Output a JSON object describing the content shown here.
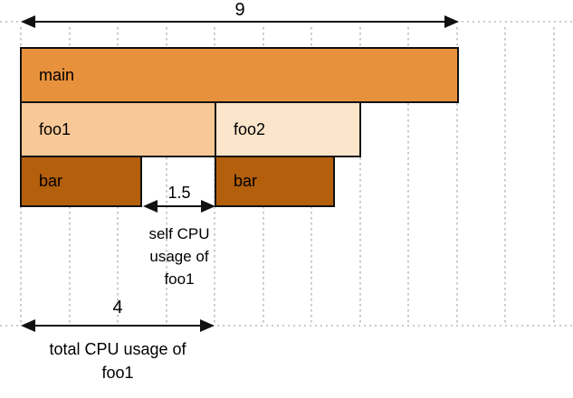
{
  "frames": {
    "main": {
      "label": "main",
      "depth": 0,
      "start": 0,
      "width": 9
    },
    "foo1": {
      "label": "foo1",
      "depth": 1,
      "start": 0,
      "width": 4
    },
    "foo2": {
      "label": "foo2",
      "depth": 1,
      "start": 4,
      "width": 3
    },
    "bar_under_foo1": {
      "label": "bar",
      "depth": 2,
      "start": 0,
      "width": 2.5
    },
    "bar_under_foo2": {
      "label": "bar",
      "depth": 2,
      "start": 4,
      "width": 2.4
    }
  },
  "annotations": {
    "total_width": {
      "value": "9"
    },
    "self_cpu_foo1": {
      "value": "1.5",
      "line1": "self CPU",
      "line2": "usage of",
      "line3": "foo1"
    },
    "total_cpu_foo1": {
      "value": "4",
      "line1": "total CPU usage of",
      "line2": "foo1"
    }
  },
  "colors": {
    "main-fill": "#E8913C",
    "foo1-fill": "#F8C997",
    "foo2-fill": "#FBE5CB",
    "bar-fill": "#B35F0B",
    "border": "#111111",
    "grid": "#CBCBCB",
    "arrow": "#111111",
    "text": "#000000"
  }
}
